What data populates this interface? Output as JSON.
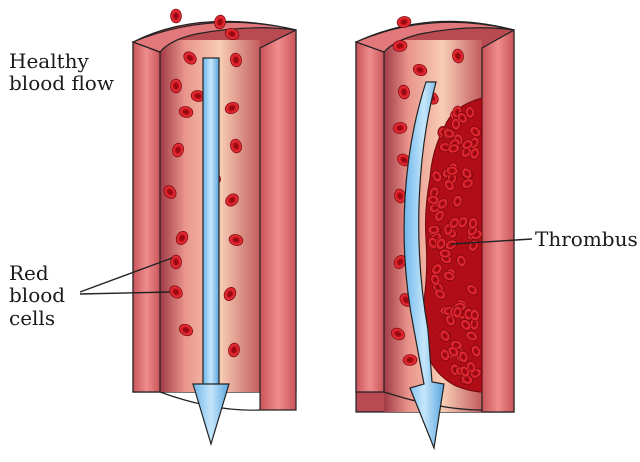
{
  "labels": {
    "healthy_line1": "Healthy",
    "healthy_line2": "blood flow",
    "rbc_line1": "Red",
    "rbc_line2": "blood",
    "rbc_line3": "cells",
    "thrombus": "Thrombus"
  },
  "colors": {
    "vessel_wall": "#dd6e72",
    "vessel_wall_dark": "#b94a52",
    "lumen": "#f7c2ad",
    "red_blood_cell": "#d2141e",
    "thrombus": "#c2101a",
    "flow_arrow": "#8fcbf1",
    "outline": "#222222"
  }
}
